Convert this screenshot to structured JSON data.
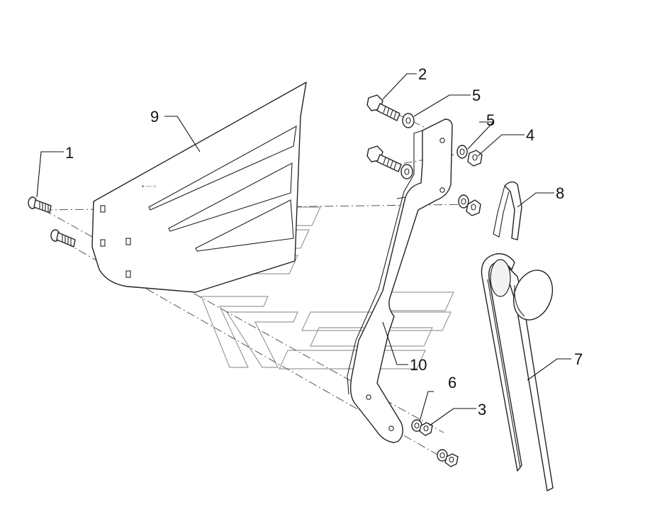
{
  "diagram": {
    "callouts": {
      "c1": "1",
      "c2": "2",
      "c3": "3",
      "c4": "4",
      "c5a": "5",
      "c5b": "5",
      "c6": "6",
      "c7": "7",
      "c8": "8",
      "c9": "9",
      "c10": "10"
    },
    "line_color": "#222222",
    "background": "#ffffff"
  }
}
